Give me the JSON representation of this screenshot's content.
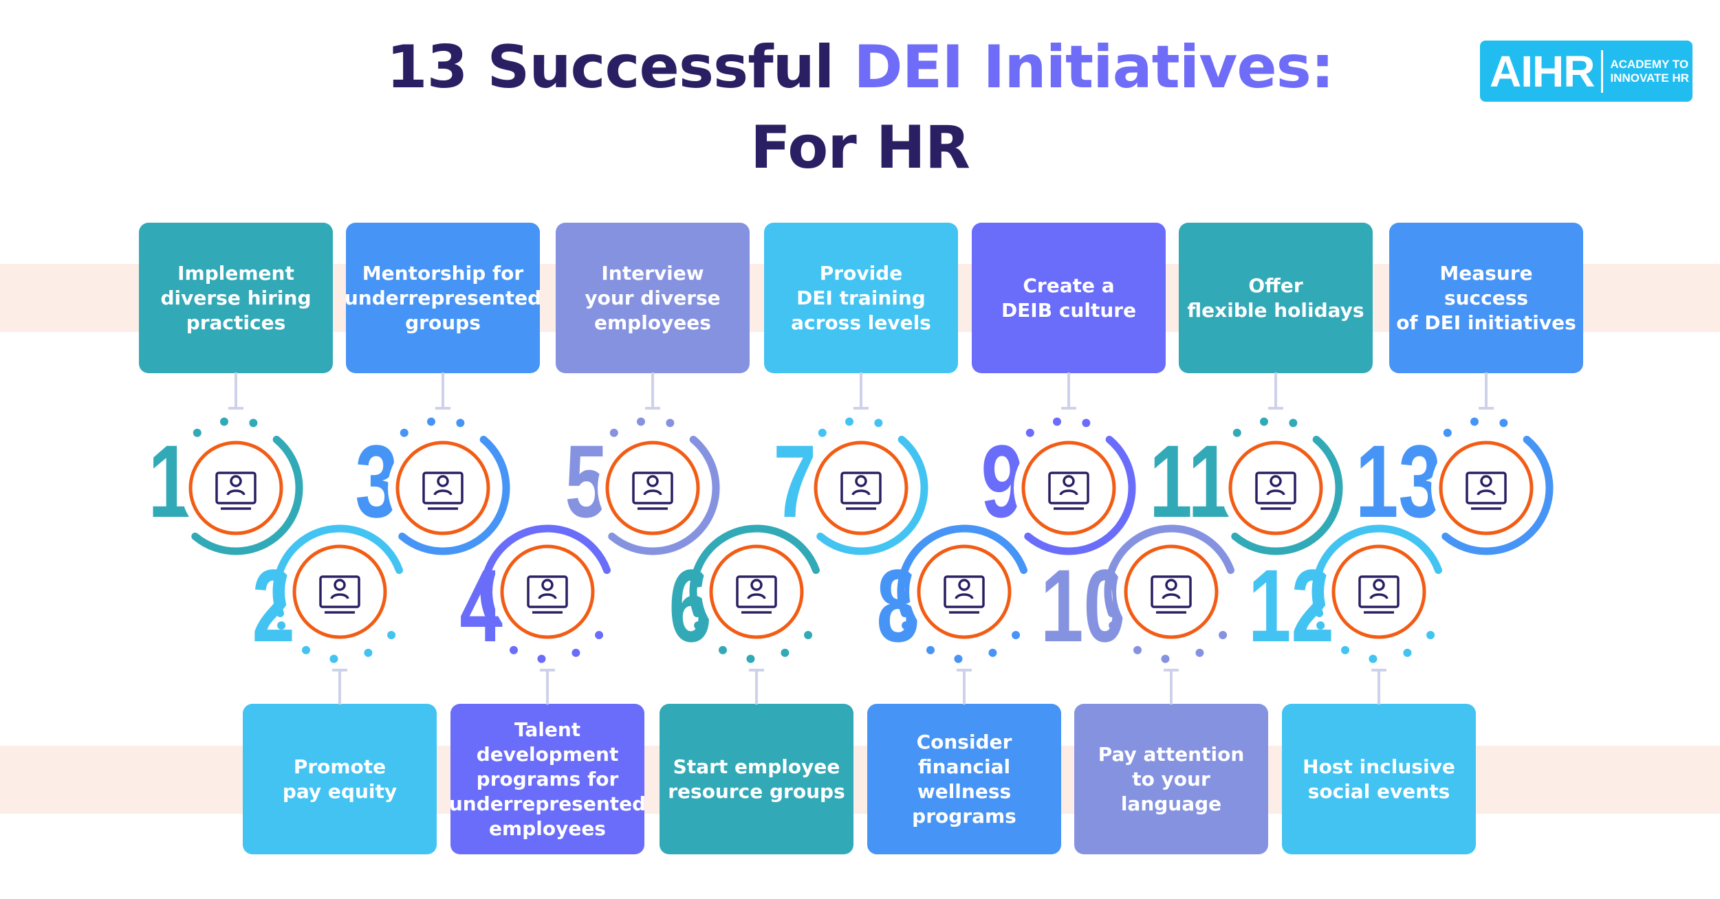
{
  "title": {
    "prefix": "13 Successful ",
    "highlight": "DEI Initiatives:",
    "line2": "For HR"
  },
  "logo": {
    "mark": "AIHR",
    "tagline_1": "ACADEMY TO",
    "tagline_2": "INNOVATE HR",
    "color": "#22bdf0"
  },
  "colors": {
    "teal": "#32a9b6",
    "blue": "#4694f5",
    "lavender": "#8592e0",
    "light_blue": "#42c3f2",
    "indigo": "#6a6cfa",
    "ring": "#f25c14",
    "icon": "#2b1f63"
  },
  "initiatives": [
    {
      "number": "1",
      "label": "Implement\ndiverse hiring\npractices",
      "color": "#32a9b6",
      "icon": "resume-icon"
    },
    {
      "number": "2",
      "label": "Promote\npay equity",
      "color": "#42c3f2",
      "icon": "money-gift-icon"
    },
    {
      "number": "3",
      "label": "Mentorship for\nunderrepresented\ngroups",
      "color": "#4694f5",
      "icon": "mentor-icon"
    },
    {
      "number": "4",
      "label": "Talent\ndevelopment\nprograms for\nunderrepresented\nemployees",
      "color": "#6a6cfa",
      "icon": "ideas-icon"
    },
    {
      "number": "5",
      "label": "Interview\nyour diverse\nemployees",
      "color": "#8592e0",
      "icon": "interview-icon"
    },
    {
      "number": "6",
      "label": "Start employee\nresource groups",
      "color": "#32a9b6",
      "icon": "group-icon"
    },
    {
      "number": "7",
      "label": "Provide\nDEI training\nacross levels",
      "color": "#42c3f2",
      "icon": "training-icon"
    },
    {
      "number": "8",
      "label": "Consider\nfinancial wellness\nprograms",
      "color": "#4694f5",
      "icon": "finance-icon"
    },
    {
      "number": "9",
      "label": "Create a\nDEIB culture",
      "color": "#6a6cfa",
      "icon": "culture-icon"
    },
    {
      "number": "10",
      "label": "Pay attention\nto your language",
      "color": "#8592e0",
      "icon": "speech-icon"
    },
    {
      "number": "11",
      "label": "Offer\nflexible holidays",
      "color": "#32a9b6",
      "icon": "calendar-icon"
    },
    {
      "number": "12",
      "label": "Host inclusive\nsocial events",
      "color": "#42c3f2",
      "icon": "meeting-icon"
    },
    {
      "number": "13",
      "label": "Measure success\nof DEI initiatives",
      "color": "#4694f5",
      "icon": "presentation-icon"
    }
  ]
}
